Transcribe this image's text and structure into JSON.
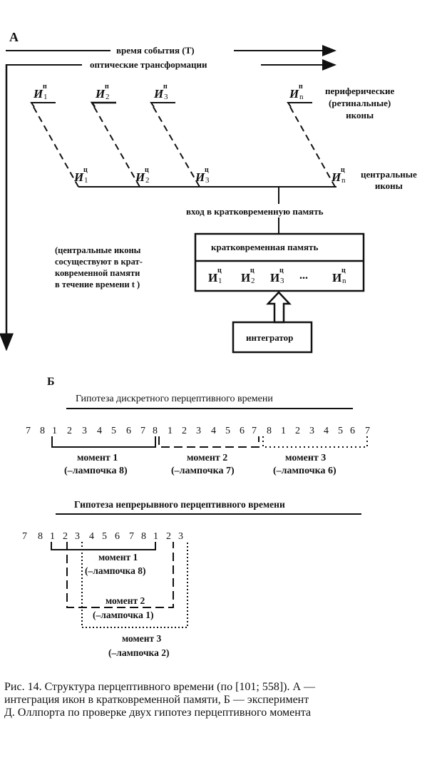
{
  "panel_a": {
    "letter": "А",
    "event_time": "время события (Т)",
    "optical": "оптические трансформации",
    "peripheral_icons": [
      {
        "base": "И",
        "sup": "п",
        "sub": "1"
      },
      {
        "base": "И",
        "sup": "п",
        "sub": "2"
      },
      {
        "base": "И",
        "sup": "п",
        "sub": "3"
      },
      {
        "base": "И",
        "sup": "п",
        "sub": "n"
      }
    ],
    "peripheral_label": [
      "периферические",
      "(ретинальные)",
      "иконы"
    ],
    "central_icons": [
      {
        "base": "И",
        "sup": "ц",
        "sub": "1"
      },
      {
        "base": "И",
        "sup": "ц",
        "sub": "2"
      },
      {
        "base": "И",
        "sup": "ц",
        "sub": "3"
      },
      {
        "base": "И",
        "sup": "ц",
        "sub": "n"
      }
    ],
    "central_label": [
      "центральные",
      "иконы"
    ],
    "stm_input": "вход в кратковременную память",
    "stm_title": "кратковременная память",
    "stm_icons": [
      {
        "base": "И",
        "sup": "ц",
        "sub": "1"
      },
      {
        "base": "И",
        "sup": "ц",
        "sub": "2"
      },
      {
        "base": "И",
        "sup": "ц",
        "sub": "3"
      },
      {
        "base": "И",
        "sup": "ц",
        "sub": "n"
      }
    ],
    "ellipsis": "...",
    "coexist_note": [
      "(центральные иконы",
      "сосуществуют в крат-",
      "ковременной памяти",
      "в течение времени t )"
    ],
    "integrator": "интегратор"
  },
  "panel_b": {
    "letter": "Б",
    "discrete": {
      "title": "Гипотеза дискретного перцептивного времени",
      "sequence": [
        "7",
        "8",
        "1",
        "2",
        "3",
        "4",
        "5",
        "6",
        "7",
        "8",
        "1",
        "2",
        "3",
        "4",
        "5",
        "6",
        "7",
        "8",
        "1",
        "2",
        "3",
        "4",
        "5",
        "6",
        "7"
      ],
      "moments": [
        {
          "name": "момент 1",
          "note": "(–лампочка 8)"
        },
        {
          "name": "момент 2",
          "note": "(–лампочка 7)"
        },
        {
          "name": "момент 3",
          "note": "(–лампочка 6)"
        }
      ]
    },
    "continuous": {
      "title": "Гипотеза непрерывного перцептивного времени",
      "sequence": [
        "7",
        "8",
        "1",
        "2",
        "3",
        "4",
        "5",
        "6",
        "7",
        "8",
        "1",
        "2",
        "3"
      ],
      "moments": [
        {
          "name": "момент 1",
          "note": "(–лампочка 8)"
        },
        {
          "name": "момент 2",
          "note": "(–лампочка 1)"
        },
        {
          "name": "момент 3",
          "note": "(–лампочка 2)"
        }
      ]
    }
  },
  "caption": [
    "Рис. 14. Структура перцептивного времени (по [101; 558]). А —",
    "интеграция икон в кратковременной памяти, Б — эксперимент",
    "Д. Оллпорта по проверке двух гипотез перцептивного момента"
  ]
}
